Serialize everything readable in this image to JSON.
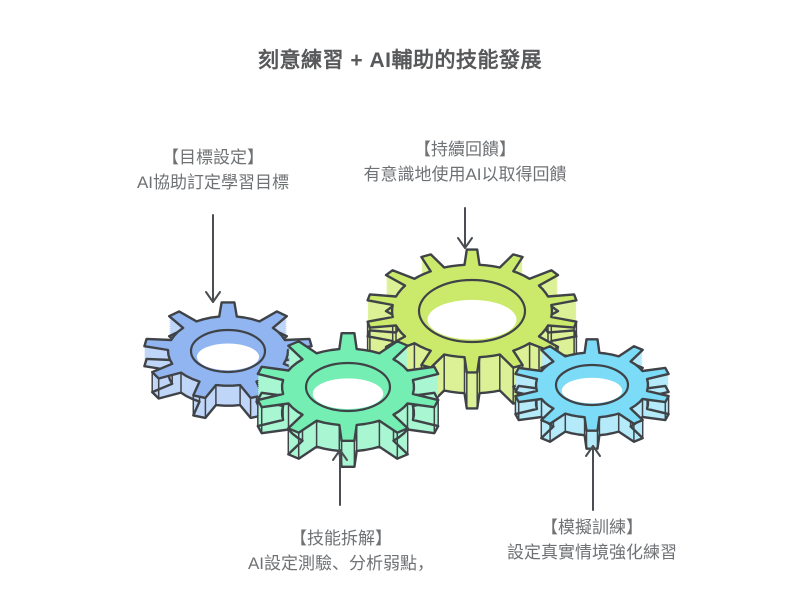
{
  "title": "刻意練習 + AI輔助的技能發展",
  "annotations": [
    {
      "id": "goal",
      "heading": "【目標設定】",
      "description": "AI協助訂定學習目標",
      "arrow_direction": "down"
    },
    {
      "id": "feedback",
      "heading": "【持續回饋】",
      "description": "有意識地使用AI以取得回饋",
      "arrow_direction": "down"
    },
    {
      "id": "decompose",
      "heading": "【技能拆解】",
      "description": "AI設定測驗、分析弱點，",
      "arrow_direction": "up"
    },
    {
      "id": "simulate",
      "heading": "【模擬訓練】",
      "description": "設定真實情境強化練習",
      "arrow_direction": "up"
    }
  ],
  "gears": [
    {
      "id": "gear-goal-setting",
      "label": "目標設定",
      "color_top": "#90B5F1",
      "color_side": "#BFD6F9"
    },
    {
      "id": "gear-skill-decompose",
      "label": "技能拆解",
      "color_top": "#75EEB3",
      "color_side": "#A9F6D2"
    },
    {
      "id": "gear-feedback",
      "label": "持續回饋",
      "color_top": "#CBEA6C",
      "color_side": "#DCF196"
    },
    {
      "id": "gear-simulation",
      "label": "模擬訓練",
      "color_top": "#7CDBF6",
      "color_side": "#B5EAFB"
    }
  ],
  "colors": {
    "outline": "#3F4347",
    "arrow": "#4A4E52",
    "title_text": "#58595B",
    "label_text": "#6F7275",
    "hole_fill": "#FFFFFF",
    "background": "#FFFFFF"
  }
}
